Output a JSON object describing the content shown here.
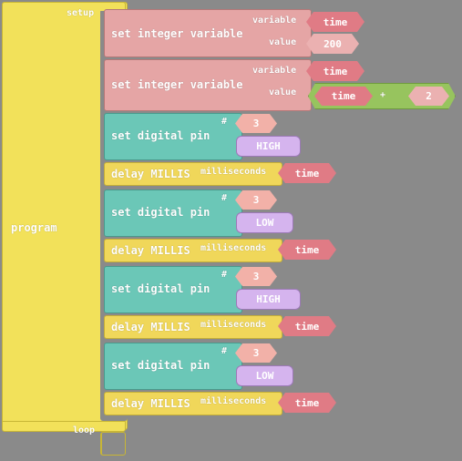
{
  "program": {
    "label": "program",
    "setup_label": "setup",
    "loop_label": "loop"
  },
  "blocks": [
    {
      "type": "set_integer_variable",
      "label": "set integer variable",
      "variable_label": "variable",
      "value_label": "value",
      "variable": "time",
      "value": "200"
    },
    {
      "type": "set_integer_variable",
      "label": "set integer variable",
      "variable_label": "variable",
      "value_label": "value",
      "variable": "time",
      "value_expr": {
        "left": "time",
        "op": "+",
        "right": "2"
      }
    },
    {
      "type": "set_digital_pin",
      "label": "set digital pin",
      "pin_label": "#",
      "pin": "3",
      "state": "HIGH"
    },
    {
      "type": "delay_millis",
      "label": "delay MILLIS",
      "param_label": "milliseconds",
      "value": "time"
    },
    {
      "type": "set_digital_pin",
      "label": "set digital pin",
      "pin_label": "#",
      "pin": "3",
      "state": "LOW"
    },
    {
      "type": "delay_millis",
      "label": "delay MILLIS",
      "param_label": "milliseconds",
      "value": "time"
    },
    {
      "type": "set_digital_pin",
      "label": "set digital pin",
      "pin_label": "#",
      "pin": "3",
      "state": "HIGH"
    },
    {
      "type": "delay_millis",
      "label": "delay MILLIS",
      "param_label": "milliseconds",
      "value": "time"
    },
    {
      "type": "set_digital_pin",
      "label": "set digital pin",
      "pin_label": "#",
      "pin": "3",
      "state": "LOW"
    },
    {
      "type": "delay_millis",
      "label": "delay MILLIS",
      "param_label": "milliseconds",
      "value": "time"
    }
  ],
  "colors": {
    "program": "#f2e15a",
    "variable_block": "#e5a5a5",
    "pin_block": "#6bc7b7",
    "delay_block": "#f0d75a",
    "math_block": "#97c45e",
    "variable_pill": "#e07b85",
    "number_pill": "#ebb1b1",
    "state_pill": "#d5b4ee",
    "background": "#8a8a8a"
  }
}
